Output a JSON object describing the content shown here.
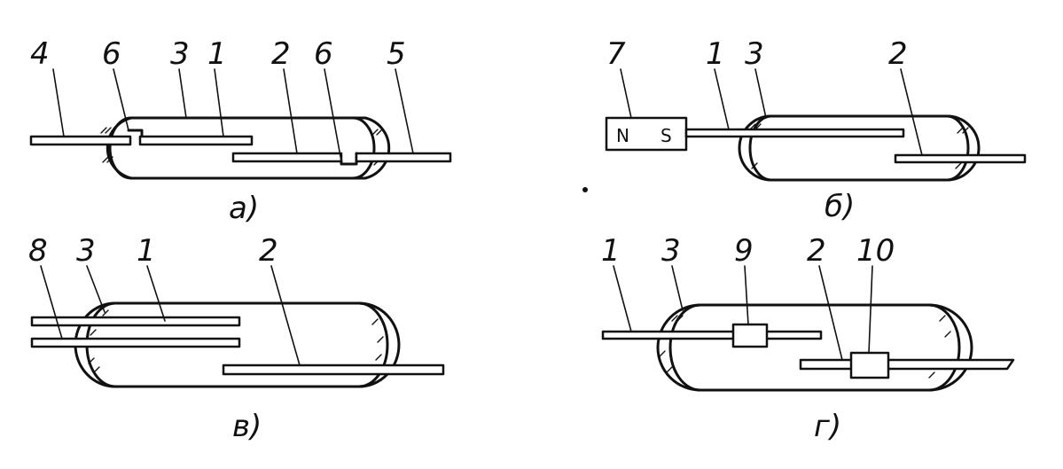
{
  "panels": [
    {
      "id": "a",
      "caption": "а)",
      "labels": [
        "4",
        "6",
        "3",
        "1",
        "2",
        "6",
        "5"
      ]
    },
    {
      "id": "b",
      "caption": "б)",
      "labels": [
        "7",
        "1",
        "3",
        "2"
      ],
      "magnet": {
        "north": "N",
        "south": "S"
      }
    },
    {
      "id": "v",
      "caption": "в)",
      "labels": [
        "8",
        "3",
        "1",
        "2"
      ]
    },
    {
      "id": "g",
      "caption": "г)",
      "labels": [
        "1",
        "3",
        "9",
        "2",
        "10"
      ]
    }
  ]
}
